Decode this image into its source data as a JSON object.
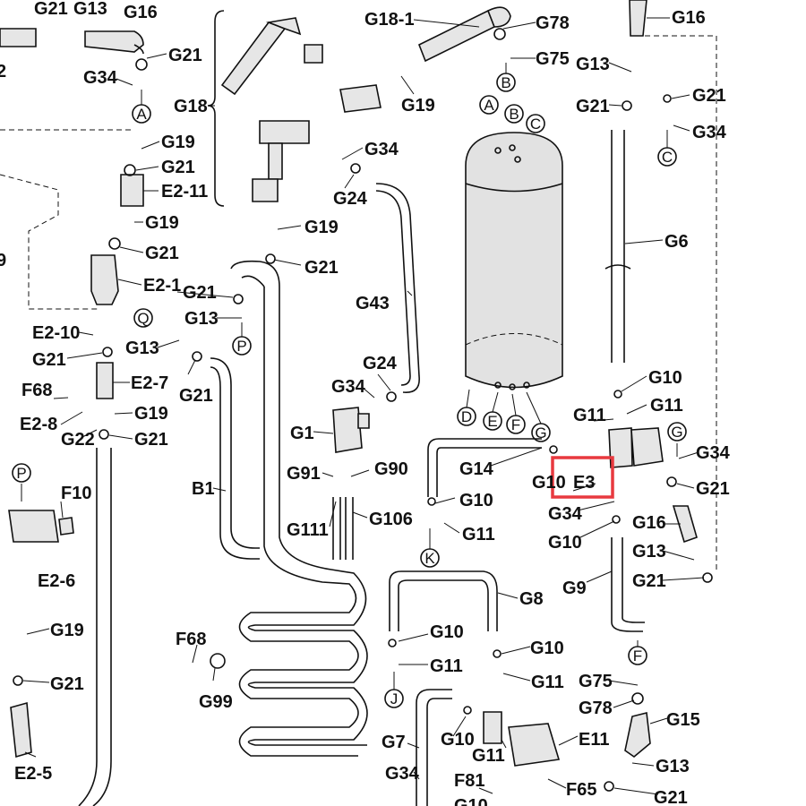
{
  "diagram": {
    "labels": {
      "g21_tl": "G21",
      "g13_tl": "G13",
      "g16_tl": "G16",
      "g21_a": "G21",
      "g34_a": "G34",
      "g19_1": "G19",
      "g21_b": "G21",
      "e2_11": "E2-11",
      "g19_2": "G19",
      "g21_c": "G21",
      "e2_1": "E2-1",
      "e2_10": "E2-10",
      "g21_d": "G21",
      "f68_1": "F68",
      "e2_7": "E2-7",
      "e2_8": "E2-8",
      "g19_3": "G19",
      "g22": "G22",
      "g21_e": "G21",
      "f10": "F10",
      "e2_6": "E2-6",
      "g19_4": "G19",
      "g21_f": "G21",
      "e2_5": "E2-5",
      "g18": "G18",
      "g18_1": "G18-1",
      "g78_1": "G78",
      "g75_1": "G75",
      "g19_5": "G19",
      "g34_b": "G34",
      "g24_1": "G24",
      "g19_6": "G19",
      "g21_g": "G21",
      "g21_h": "G21",
      "g13_b": "G13",
      "g13_c": "G13",
      "g21_i": "G21",
      "g43": "G43",
      "g24_2": "G24",
      "g34_c": "G34",
      "g1": "G1",
      "g91": "G91",
      "g90": "G90",
      "g111": "G111",
      "g106": "G106",
      "b1": "B1",
      "f68_2": "F68",
      "g99": "G99",
      "g16_r": "G16",
      "g13_r": "G13",
      "g21_r1": "G21",
      "g21_r2": "G21",
      "g34_r1": "G34",
      "g6": "G6",
      "g10_1": "G10",
      "g11_1": "G11",
      "g11_2": "G11",
      "g34_r2": "G34",
      "g21_r3": "G21",
      "g14": "G14",
      "g10_2": "G10",
      "g10_3": "G10",
      "e3": "E3",
      "g34_r3": "G34",
      "g16_r2": "G16",
      "g10_4": "G10",
      "g13_r2": "G13",
      "g11_3": "G11",
      "g21_r4": "G21",
      "g9": "G9",
      "g8": "G8",
      "g10_5": "G10",
      "g10_6": "G10",
      "g11_4": "G11",
      "g11_5": "G11",
      "g75_2": "G75",
      "g78_2": "G78",
      "g15": "G15",
      "g7": "G7",
      "g10_7": "G10",
      "g11_6": "G11",
      "e11": "E11",
      "g13_r3": "G13",
      "g34_d": "G34",
      "f81": "F81",
      "f65": "F65",
      "g21_r5": "G21",
      "g10_8": "G10",
      "edge_2": "2",
      "edge_9": "9"
    },
    "connectors": {
      "a1": "A",
      "a2": "A",
      "b1": "B",
      "b2": "B",
      "c1": "C",
      "c2": "C",
      "d": "D",
      "e": "E",
      "f1": "F",
      "f2": "F",
      "g1": "G",
      "g2": "G",
      "p1": "P",
      "p2": "P",
      "q": "Q",
      "k": "K",
      "j": "J"
    }
  }
}
